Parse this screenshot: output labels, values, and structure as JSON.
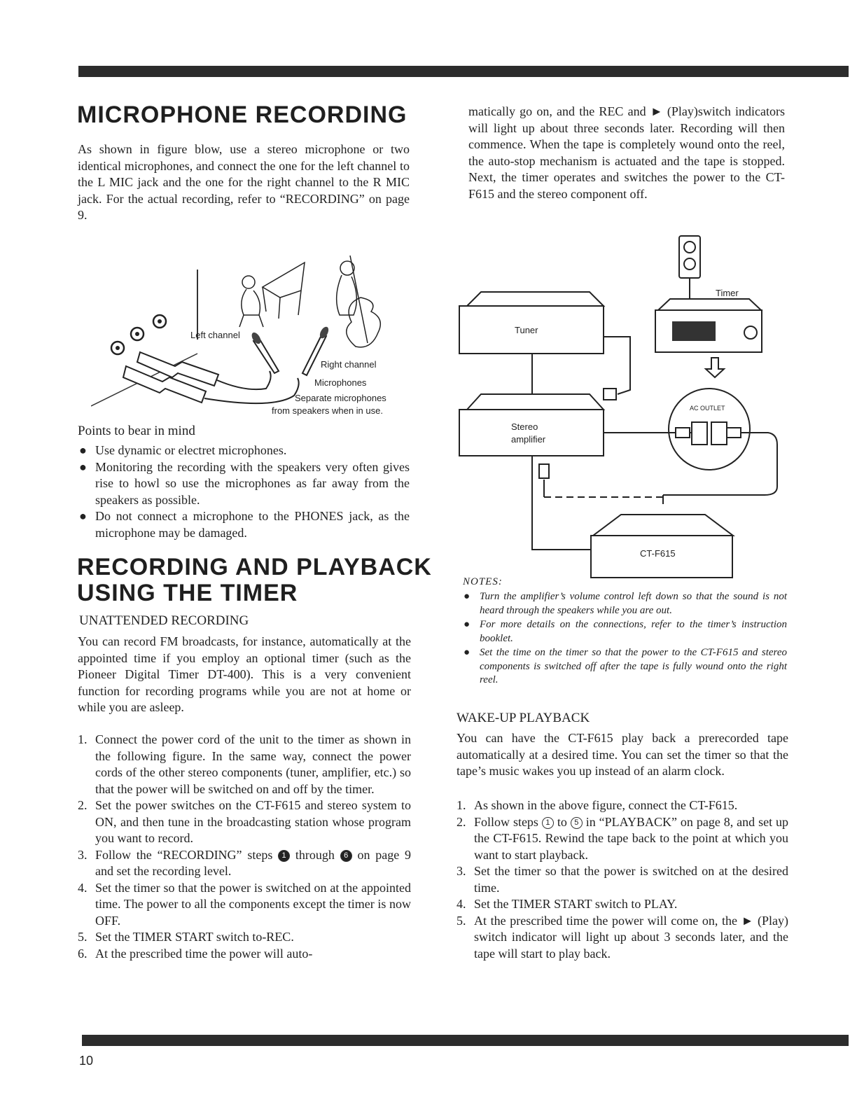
{
  "page_number": "10",
  "section1": {
    "title": "MICROPHONE RECORDING",
    "intro": "As shown in figure blow, use a stereo microphone or two identical microphones, and connect the one for the left channel to the L MIC jack and the one for the right channel to the R MIC jack. For the actual recording, refer to “RECORDING” on page 9."
  },
  "mic_figure": {
    "left_channel": "Left channel",
    "right_channel": "Right channel",
    "microphones": "Microphones",
    "separate_1": "Separate microphones",
    "separate_2": "from speakers when in use."
  },
  "points": {
    "heading": "Points to bear in mind",
    "bullet": "●",
    "items": [
      "Use dynamic or electret microphones.",
      "Monitoring the recording with the speakers very often gives rise to howl so use the microphones as far away from the speakers as possible.",
      "Do not connect a microphone to the PHONES jack, as the microphone may be damaged."
    ]
  },
  "section2": {
    "title_line1": "RECORDING AND PLAYBACK",
    "title_line2": "USING THE TIMER",
    "sub": "UNATTENDED RECORDING",
    "intro": "You can record FM broadcasts, for instance, automatically at the appointed time if you employ an optional timer (such as the Pioneer Digital Timer DT-400). This is a very convenient function for recording programs while you are not at home or while you are asleep.",
    "steps": [
      {
        "n": "1.",
        "t": "Connect the power cord of the unit to the timer as shown in the following figure. In the same way, connect the power cords of the other stereo components (tuner, amplifier, etc.) so that the power will be switched on and off by the timer."
      },
      {
        "n": "2.",
        "t": "Set the power switches on the CT-F615 and stereo system to ON, and then tune in the broadcasting station whose program you want to record."
      },
      {
        "n": "3.",
        "t_a": "Follow the “RECORDING” steps",
        "c1": "1",
        "t_b": "through",
        "c2": "6",
        "t_c": "on page 9 and set the recording level."
      },
      {
        "n": "4.",
        "t": "Set the timer so that the power is switched on at the appointed time. The power to all the components except the timer is now OFF."
      },
      {
        "n": "5.",
        "t": "Set the TIMER START switch to-REC."
      },
      {
        "n": "6.",
        "t": "At the prescribed time the power will auto-"
      }
    ]
  },
  "col2": {
    "cont": "matically go on, and the REC and ► (Play)switch indicators will light up about three seconds later. Recording will then commence. When the tape is completely wound onto the reel, the auto-stop mechanism is actuated and the tape is stopped. Next, the timer operates and switches the power to the CT-F615 and the stereo component off."
  },
  "conn_figure": {
    "tuner": "Tuner",
    "amp_1": "Stereo",
    "amp_2": "amplifier",
    "timer": "Timer",
    "outlet": "AC OUTLET",
    "deck": "CT-F615"
  },
  "notes": {
    "heading": "NOTES:",
    "bullet": "●",
    "items": [
      "Turn the amplifier’s volume control left down so that the sound is not heard through the speakers while you are out.",
      "For more details on the connections, refer to the timer’s instruction booklet.",
      "Set the time on the timer so that the power to the CT-F615 and stereo components is switched off after the tape is fully wound onto the right reel."
    ]
  },
  "wake": {
    "sub": "WAKE-UP PLAYBACK",
    "intro": "You can have the CT-F615 play back a prerecorded tape automatically at a desired time. You can set the timer so that the tape’s music wakes you up instead of an alarm clock.",
    "steps": [
      {
        "n": "1.",
        "t": "As shown in the above figure, connect the CT-F615."
      },
      {
        "n": "2.",
        "t_a": "Follow steps",
        "c1": "1",
        "t_b": "to",
        "c2": "5",
        "t_c": "in “PLAYBACK” on page 8, and set up the CT-F615. Rewind the tape back to the point at which you want to start playback."
      },
      {
        "n": "3.",
        "t": "Set the timer so that the power is switched on at the desired time."
      },
      {
        "n": "4.",
        "t": "Set the TIMER START switch to PLAY."
      },
      {
        "n": "5.",
        "t": "At the prescribed time the power will come on, the ► (Play) switch indicator will light up about 3 seconds later, and the tape will start to play back."
      }
    ]
  }
}
